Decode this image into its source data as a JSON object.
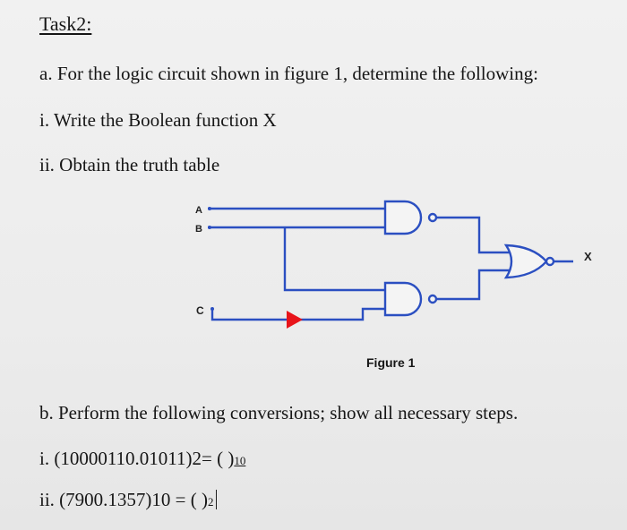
{
  "task": {
    "title": "Task2:"
  },
  "part_a": {
    "intro": "a. For the logic circuit shown in figure 1, determine the following:",
    "q1": "i. Write the Boolean function X",
    "q2": "ii. Obtain the truth table"
  },
  "figure": {
    "inputs": {
      "a": "A",
      "b": "B",
      "c": "C"
    },
    "output": "X",
    "caption": "Figure 1",
    "wire_color": "#2b4fc1",
    "arrow_color": "#e8141a"
  },
  "part_b": {
    "intro": "b. Perform the following conversions; show all necessary steps.",
    "q1_expr": "i. (10000110.01011)2= ( )",
    "q1_base": "10",
    "q2_expr": "ii. (7900.1357)10 = ( )",
    "q2_base": "2"
  }
}
